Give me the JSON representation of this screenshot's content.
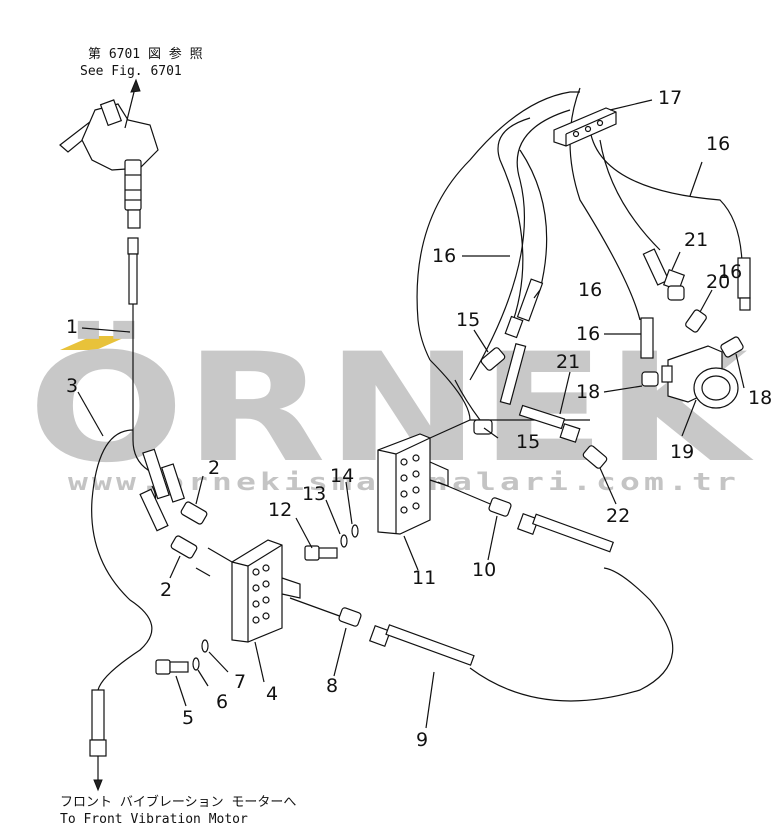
{
  "annotations": {
    "top_ref_jp": "第 6701 図 参 照",
    "top_ref_en": "See Fig. 6701",
    "bottom_jp": "フロント バイブレーション モーターへ",
    "bottom_en": "To Front Vibration Motor"
  },
  "watermark": {
    "brand": "ÖRNEK",
    "url": "www.ornekismakinalari.com.tr",
    "accent_color": "#e8c23a"
  },
  "callouts": [
    "1",
    "2",
    "2",
    "3",
    "4",
    "5",
    "6",
    "7",
    "8",
    "9",
    "10",
    "11",
    "12",
    "13",
    "14",
    "15",
    "15",
    "16",
    "16",
    "16",
    "16",
    "16",
    "17",
    "18",
    "18",
    "19",
    "20",
    "21",
    "21",
    "22"
  ]
}
